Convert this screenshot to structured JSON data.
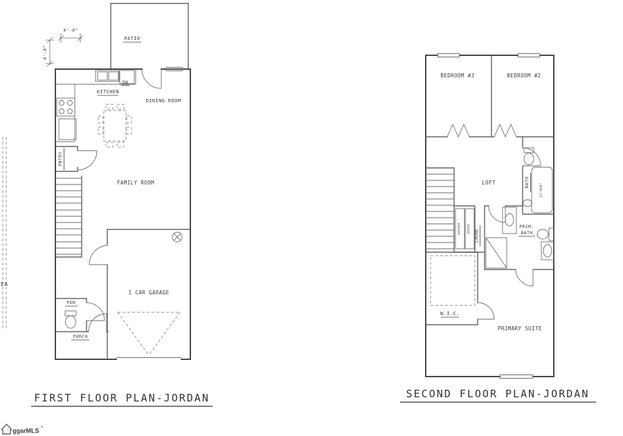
{
  "sheet": {
    "background": "#ffffff",
    "line_color": "#4a4a4a",
    "text_color": "#3c3c3c"
  },
  "first_floor": {
    "title": "FIRST FLOOR PLAN-JORDAN",
    "labels": {
      "patio": "PATIO",
      "dim_top": "4'-0\"",
      "dim_left": "4'-0\"",
      "kitchen": "KITCHEN",
      "dw": "DW",
      "dining_room": "DINING ROOM",
      "pantry": "PNTRY",
      "family_room": "FAMILY ROOM",
      "garage": "1 CAR GARAGE",
      "pdr": "PDR",
      "porch": "PORCH",
      "adjacent_partial": "EA"
    }
  },
  "second_floor": {
    "title": "SECOND FLOOR PLAN-JORDAN",
    "labels": {
      "bedroom3": "BEDROOM #3",
      "bedroom2": "BEDROOM #2",
      "loft": "LOFT",
      "bath": "BATH",
      "tub_size": "32\"X60\"",
      "laundry": "LAUND",
      "washer": "WASHER",
      "dryer": "DRYER",
      "prim_line1": "PRIM.",
      "prim_line2": "BATH",
      "wic": "W.I.C.",
      "primary_suite": "PRIMARY SUITE"
    }
  },
  "branding": {
    "logo_text": "ggarMLS",
    "trademark": "™"
  }
}
